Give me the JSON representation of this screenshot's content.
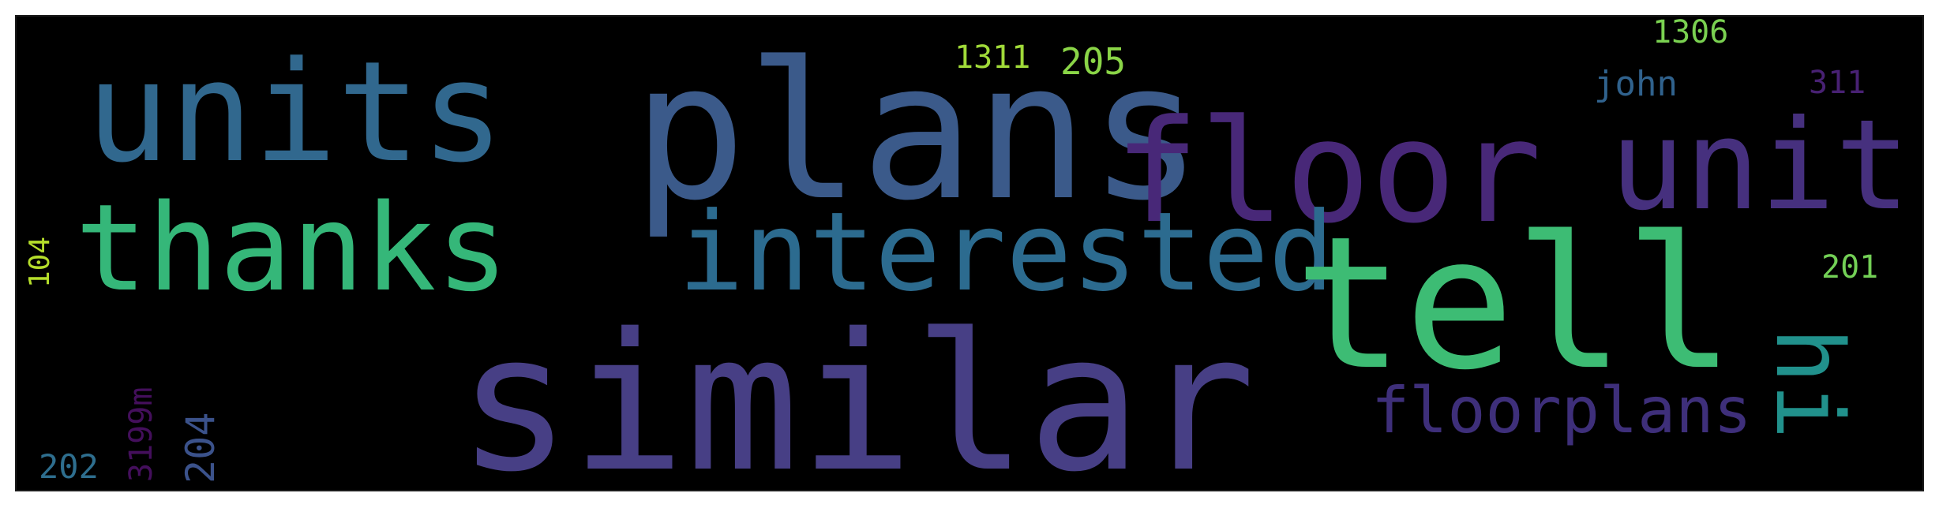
{
  "word_cloud": {
    "background": "#000000",
    "words": [
      {
        "id": "units",
        "text": "units",
        "color": "#31688e"
      },
      {
        "id": "plans",
        "text": "plans",
        "color": "#3b5a8a"
      },
      {
        "id": "floor",
        "text": "floor",
        "color": "#482878"
      },
      {
        "id": "unit",
        "text": "unit",
        "color": "#46307e"
      },
      {
        "id": "thanks",
        "text": "thanks",
        "color": "#35b779"
      },
      {
        "id": "interested",
        "text": "interested",
        "color": "#2c6b8f"
      },
      {
        "id": "tell",
        "text": "tell",
        "color": "#3dbc74"
      },
      {
        "id": "similar",
        "text": "similar",
        "color": "#473f85"
      },
      {
        "id": "floorplans",
        "text": "floorplans",
        "color": "#3e2f7a"
      },
      {
        "id": "hi",
        "text": "hi",
        "color": "#21918c"
      },
      {
        "id": "john",
        "text": "john",
        "color": "#30628d"
      },
      {
        "id": "1306",
        "text": "1306",
        "color": "#7ad151"
      },
      {
        "id": "311",
        "text": "311",
        "color": "#482173"
      },
      {
        "id": "1311",
        "text": "1311",
        "color": "#a0da39"
      },
      {
        "id": "205",
        "text": "205",
        "color": "#8ad547"
      },
      {
        "id": "201",
        "text": "201",
        "color": "#73d056"
      },
      {
        "id": "104",
        "text": "104",
        "color": "#b5de2b"
      },
      {
        "id": "202",
        "text": "202",
        "color": "#2e6e8e"
      },
      {
        "id": "3199m",
        "text": "3199m",
        "color": "#440f5c"
      },
      {
        "id": "204",
        "text": "204",
        "color": "#3b528b"
      }
    ]
  }
}
